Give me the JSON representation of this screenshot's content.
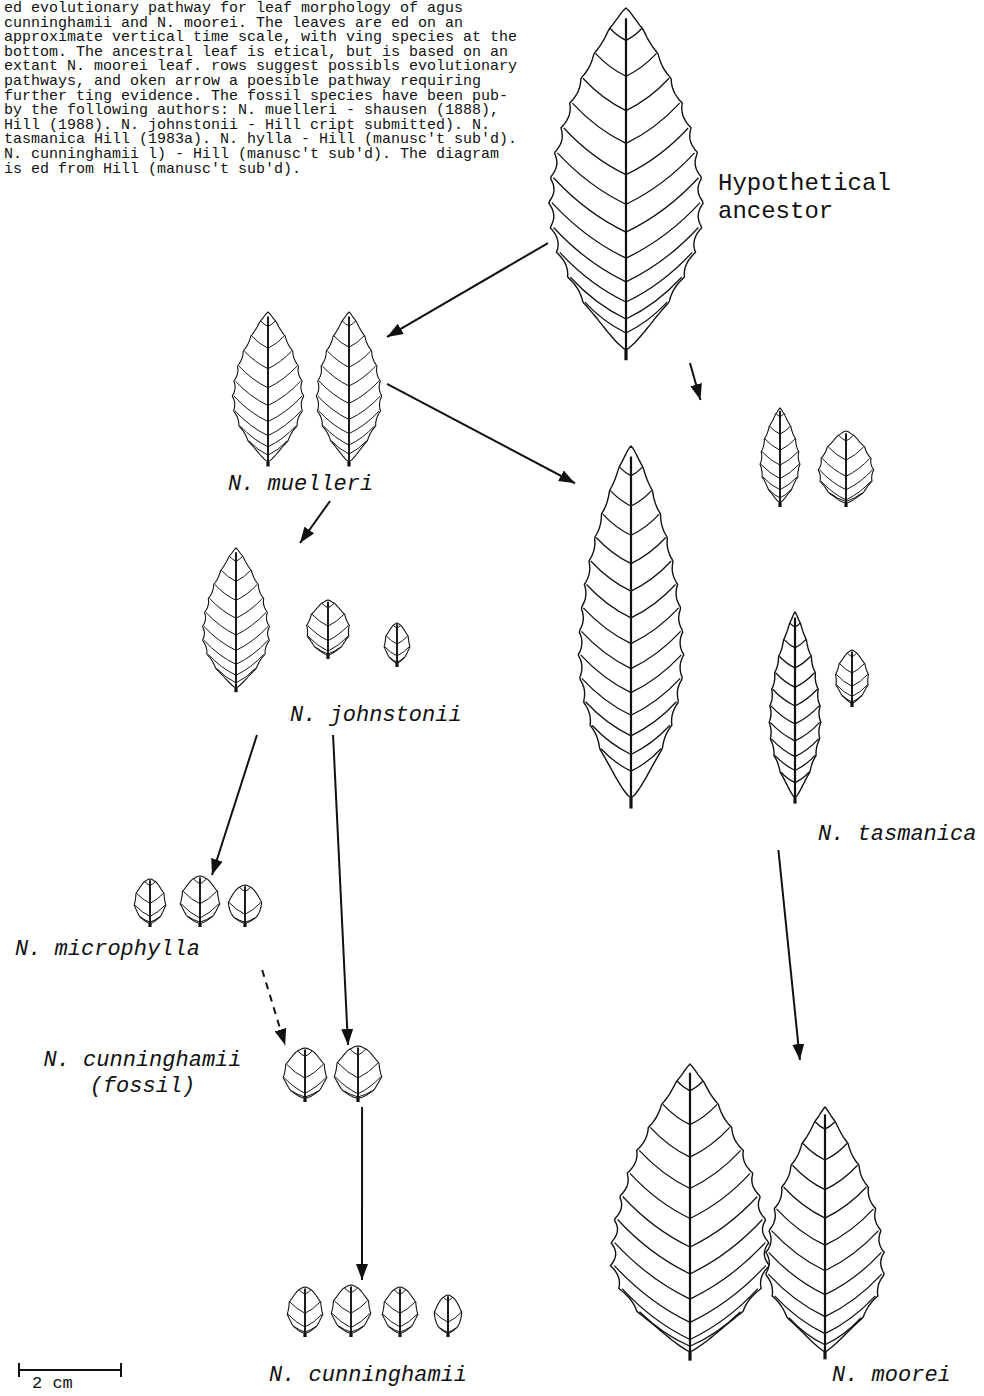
{
  "diagram": {
    "caption": "ed evolutionary pathway for leaf morphology of agus cunninghamii and N. moorei. The leaves are ed on an approximate vertical time scale, with ving species at the bottom. The ancestral leaf is etical, but is based on an extant N. moorei leaf. rows suggest possibls evolutionary pathways, and oken arrow a poesible pathway requiring further ting evidence. The fossil species have been pub- by the following authors: N. muelleri - shausen (1888), Hill (1988). N. johnstonii - Hill cript submitted). N. tasmanica Hill (1983a). N. hylla - Hill (manusc't sub'd). N. cunninghamii l) - Hill (manusc't sub'd). The diagram is ed from Hill (manusc't sub'd).",
    "nodes": [
      {
        "text": [
          "Hypothetical ancestor"
        ]
      },
      {
        "text": [
          "N. muelleri"
        ]
      },
      {
        "text": [
          "N. johnstonii"
        ]
      },
      {
        "text": [
          "N. tasmanica"
        ]
      },
      {
        "text": [
          "N. microphylla"
        ]
      },
      {
        "text": [
          "N. cunninghamii (fossil)"
        ]
      },
      {
        "text": [
          "N. cunninghamii"
        ]
      },
      {
        "text": [
          "N. moorei"
        ]
      }
    ],
    "edges": [
      {
        "from": 0,
        "to": 1,
        "arrow": "to"
      },
      {
        "from": 0,
        "to": 3,
        "arrow": "to"
      },
      {
        "from": 1,
        "to": 3,
        "arrow": "to"
      },
      {
        "from": 1,
        "to": 2,
        "arrow": "to"
      },
      {
        "from": 2,
        "to": 4,
        "arrow": "to"
      },
      {
        "from": 2,
        "to": 5,
        "arrow": "to"
      },
      {
        "from": 4,
        "to": 5,
        "arrow": "to"
      },
      {
        "from": 5,
        "to": 6,
        "arrow": "to"
      },
      {
        "from": 3,
        "to": 7,
        "arrow": "to"
      }
    ],
    "labels": [
      "2 cm"
    ]
  }
}
